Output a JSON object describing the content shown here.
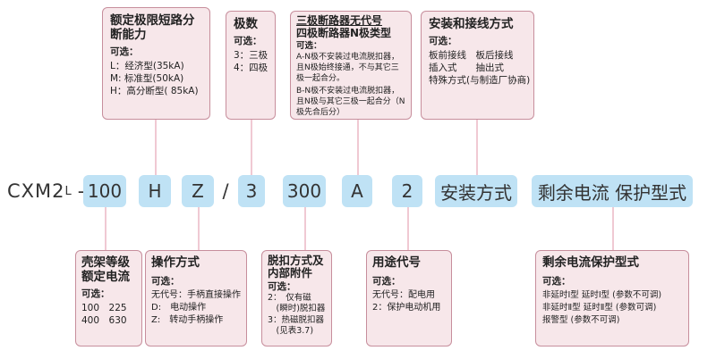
{
  "model": {
    "prefix": "CXM2",
    "sub": "L",
    "dash": "-"
  },
  "segments": {
    "s100": "100",
    "sH": "H",
    "sZ": "Z",
    "slash": "/",
    "s3": "3",
    "s300": "300",
    "sA": "A",
    "s2": "2",
    "install": "安装方式",
    "residual": "剩余电流 保护型式"
  },
  "top_boxes": {
    "breaking": {
      "title": "额定极限短路分断能力",
      "options_label": "可选：",
      "lines": [
        "L：经济型(35kA)",
        "M: 标准型(50kA)",
        "H：高分断型( 85kA)"
      ]
    },
    "poles": {
      "title": "极数",
      "options_label": "可选：",
      "lines": [
        "3：三极",
        "4：四极"
      ]
    },
    "noneq": {
      "title1": "三极断路器无代号",
      "title2": "四极断路器N极类型",
      "options_label": "可选：",
      "para1": "A-N极不安装过电流脱扣器，且N极始终接通，不与其它三极一起合分。",
      "para2": "B-N极不安装过电流脱扣器，且N极与其它三极一起合分（N极先合后分）"
    },
    "install": {
      "title": "安装和接线方式",
      "options_label": "可选：",
      "lines": [
        "板前接线　板后接线",
        "插入式　　抽出式",
        "特殊方式(与制造厂协商)"
      ]
    }
  },
  "bottom_boxes": {
    "frame": {
      "title1": "壳架等级",
      "title2": "额定电流",
      "options_label": "可选：",
      "lines": [
        "100　225",
        "400　630"
      ]
    },
    "operation": {
      "title": "操作方式",
      "options_label": "可选：",
      "lines": [
        "无代号：手柄直接操作",
        "D:　电动操作",
        "Z:　转动手柄操作"
      ]
    },
    "release": {
      "title1": "脱扣方式及",
      "title2": "内部附件",
      "options_label": "可选：",
      "lines": [
        "2：　仅有磁",
        "　(瞬时)脱扣器",
        "3：热磁脱扣器",
        "　(见表3.7)"
      ]
    },
    "usage": {
      "title": "用途代号",
      "options_label": "可选：",
      "lines": [
        "无代号：配电用",
        "2：保护电动机用"
      ]
    },
    "residual": {
      "title": "剩余电流保护型式",
      "options_label": "可选：",
      "lines": [
        "非延时Ⅰ型 延时Ⅰ型 (参数不可调)",
        "非延时Ⅱ型 延时Ⅱ型 (参数可调)",
        "报警型 (参数不可调)"
      ]
    }
  }
}
